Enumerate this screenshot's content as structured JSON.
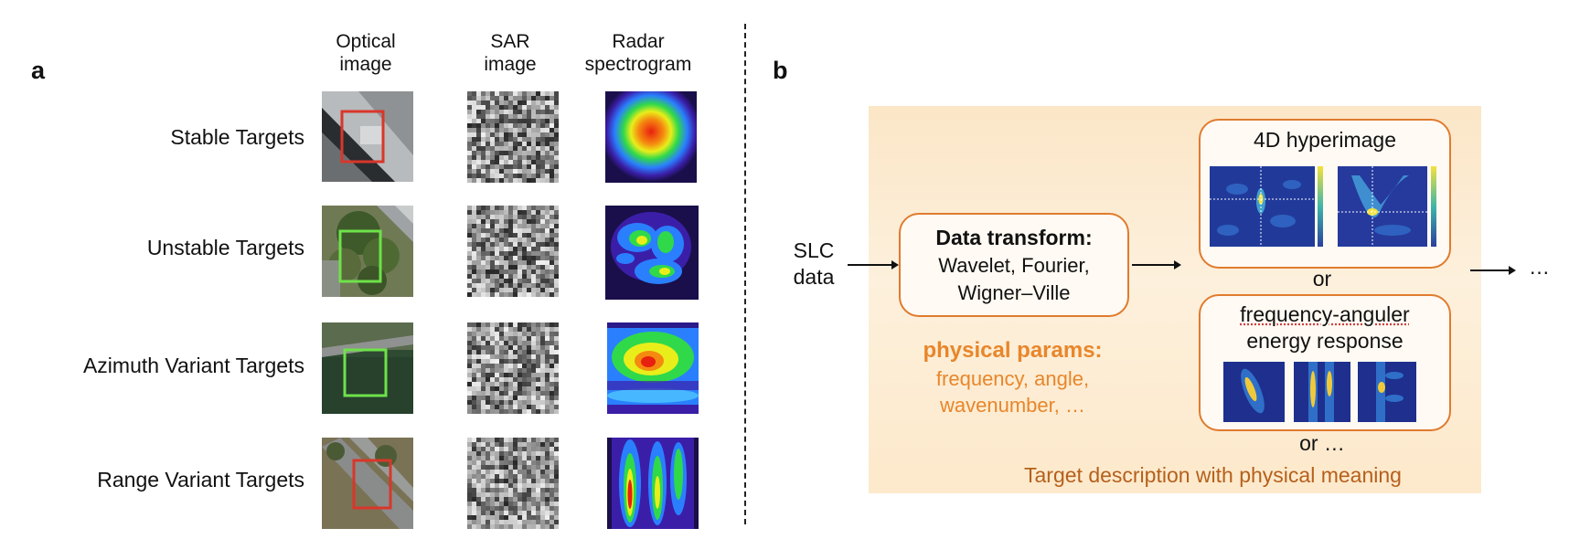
{
  "panel_a": {
    "letter": "a",
    "columns": [
      {
        "line1": "Optical",
        "line2": "image"
      },
      {
        "line1": "SAR",
        "line2": "image"
      },
      {
        "line1": "Radar",
        "line2": "spectrogram"
      }
    ],
    "rows": [
      {
        "label": "Stable Targets",
        "box_color": "#d9362b"
      },
      {
        "label": "Unstable Targets",
        "box_color": "#6ee24a"
      },
      {
        "label": "Azimuth Variant Targets",
        "box_color": "#6ee24a"
      },
      {
        "label": "Range Variant Targets",
        "box_color": "#d9362b"
      }
    ]
  },
  "panel_b": {
    "letter": "b",
    "input": {
      "line1": "SLC",
      "line2": "data"
    },
    "transform": {
      "title": "Data transform:",
      "line1": "Wavelet, Fourier,",
      "line2": "Wigner–Ville"
    },
    "params": {
      "title": "physical params:",
      "line1": "frequency, angle,",
      "line2": "wavenumber, …"
    },
    "hyperimage": {
      "title": "4D hyperimage"
    },
    "or1": "or",
    "energy": {
      "line1": "frequency-anguler",
      "line2": "energy response"
    },
    "or2": "or …",
    "ellipsis": "…",
    "caption": "Target description with physical meaning",
    "colors": {
      "border": "#e07b2e",
      "accent": "#e8862a",
      "caption": "#b5601c",
      "background": "#fbe6c7"
    }
  }
}
